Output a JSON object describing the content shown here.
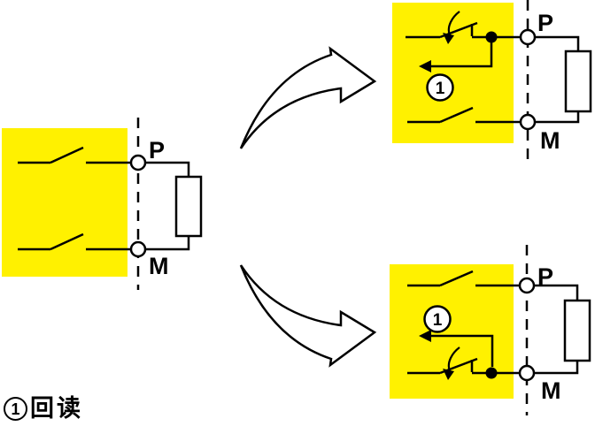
{
  "colors": {
    "highlight": "#FFF100",
    "line": "#000000",
    "paper": "#FFFFFF"
  },
  "left_diagram": {
    "terminal_top": "P",
    "terminal_bottom": "M"
  },
  "top_right_diagram": {
    "terminal_top": "P",
    "terminal_bottom": "M",
    "readback_marker": "1"
  },
  "bottom_right_diagram": {
    "terminal_top": "P",
    "terminal_bottom": "M",
    "readback_marker": "1"
  },
  "legend": {
    "marker": "1",
    "label": "回读"
  }
}
